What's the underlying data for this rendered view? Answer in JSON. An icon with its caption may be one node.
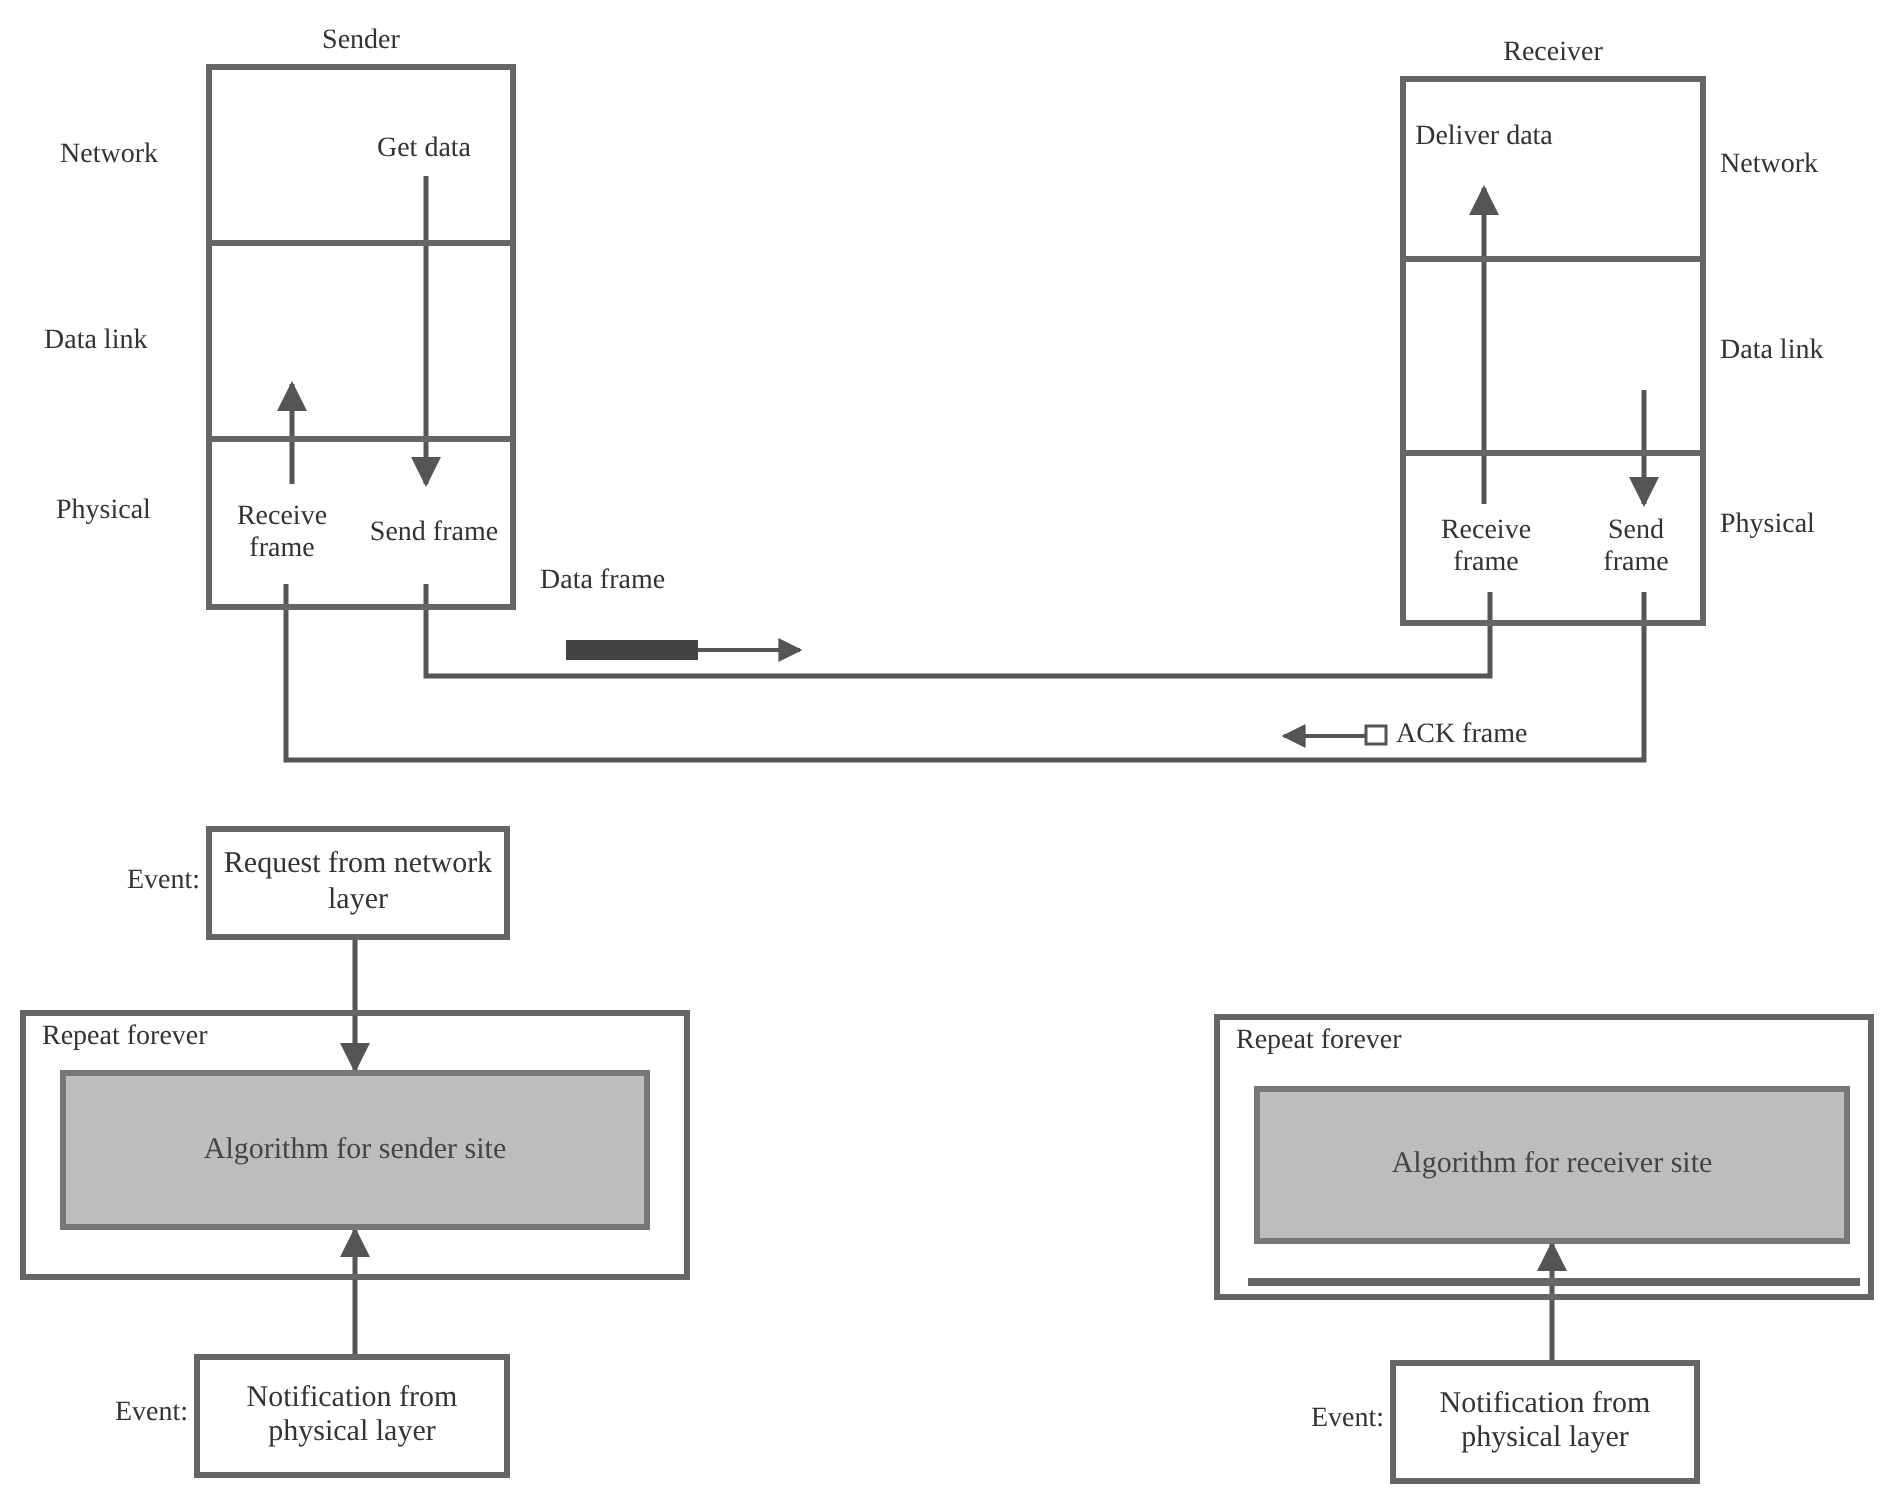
{
  "diagram": {
    "nodes": [
      {
        "text": [
          "Sender"
        ]
      },
      {
        "text": [
          "Get data"
        ],
        "in": 0
      },
      {
        "text": [
          "Receive frame"
        ],
        "in": 0
      },
      {
        "text": [
          "Send frame"
        ],
        "in": 0
      },
      {
        "text": [
          "Receiver"
        ]
      },
      {
        "text": [
          "Deliver data"
        ],
        "in": 4
      },
      {
        "text": [
          "Receive frame"
        ],
        "in": 4
      },
      {
        "text": [
          "Send frame"
        ],
        "in": 4
      },
      {
        "text": [
          "Request from network layer"
        ],
        "beside": [
          "Event:"
        ]
      },
      {
        "text": [
          "Repeat forever"
        ]
      },
      {
        "text": [
          "Algorithm for sender site"
        ],
        "in": 9
      },
      {
        "text": [
          "Notification from physical layer"
        ],
        "beside": [
          "Event:"
        ]
      },
      {
        "text": [
          "Repeat forever"
        ]
      },
      {
        "text": [
          "Algorithm for receiver site"
        ],
        "in": 12
      },
      {
        "text": [
          "Notification from physical layer"
        ],
        "beside": [
          "Event:"
        ]
      }
    ],
    "edges": [
      {
        "from": 1,
        "to": 3,
        "arrow": "to"
      },
      {
        "from": 2,
        "to": null,
        "arrow": "to"
      },
      {
        "from": 6,
        "to": 5,
        "arrow": "to"
      },
      {
        "from": null,
        "to": 7,
        "arrow": "to"
      },
      {
        "from": 3,
        "to": 6,
        "arrow": "none",
        "label": "Data frame"
      },
      {
        "from": 7,
        "to": 2,
        "arrow": "none",
        "label": "ACK frame"
      },
      {
        "from": 8,
        "to": 10,
        "arrow": "to"
      },
      {
        "from": 11,
        "to": 10,
        "arrow": "to"
      },
      {
        "from": 14,
        "to": 13,
        "arrow": "to"
      }
    ],
    "labels": [
      "Network",
      "Data link",
      "Physical",
      "Network",
      "Data link",
      "Physical"
    ]
  }
}
